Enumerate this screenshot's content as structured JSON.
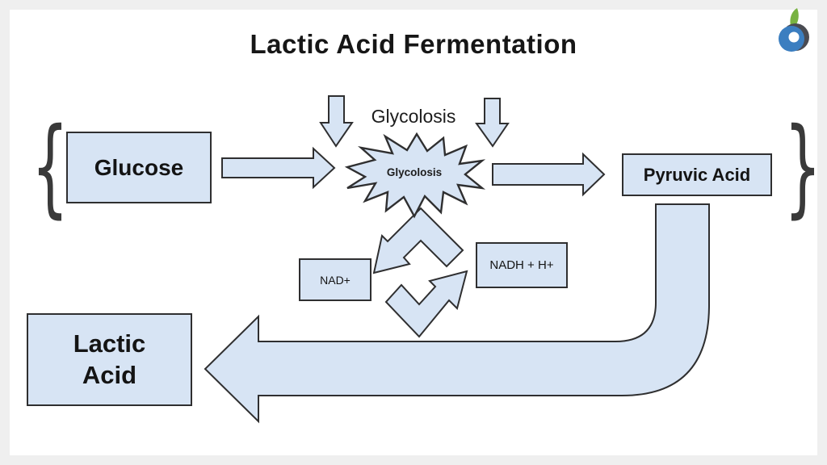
{
  "page": {
    "frame_color": "#efefef",
    "canvas_color": "#ffffff"
  },
  "title": "Lactic Acid Fermentation",
  "logo": {
    "blue": "#3b7ec0",
    "green": "#79b342",
    "gray": "#4a4b52"
  },
  "diagram": {
    "colors": {
      "shape_fill": "#d7e4f4",
      "shape_border": "#2f2f30",
      "text": "#141414"
    },
    "glucose": "Glucose",
    "glycolysis_title": "Glycolosis",
    "glycolysis_burst": "Glycolosis",
    "pyruvic_acid": "Pyruvic Acid",
    "nad": "NAD+",
    "nadh": "NADH + H+",
    "lactic_line1": "Lactic",
    "lactic_line2": "Acid",
    "left_brace": "{",
    "right_brace": "}"
  }
}
